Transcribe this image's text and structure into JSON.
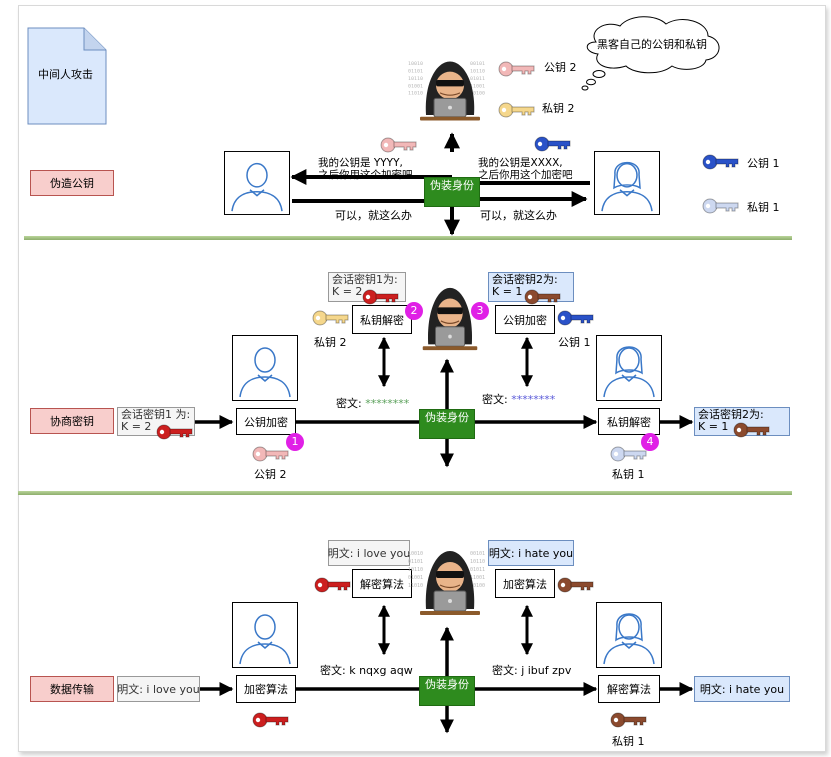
{
  "title": "中间人攻击",
  "colors": {
    "pink_key": "#f2b8b8",
    "yellow_key": "#f5d78c",
    "blue_key": "#2a52c8",
    "lightblue_key": "#cdd8f0",
    "red_key": "#cc1f1f",
    "brown_key": "#8b4a2e",
    "disguise_green": "#2e8b1e",
    "badge_magenta": "#e020e6",
    "separator_green": "#9bbf7a"
  },
  "section1": {
    "label": "伪造公钥",
    "thought": "黑客自己的公钥和私钥",
    "hacker_pub_label": "公钥 2",
    "hacker_priv_label": "私钥 2",
    "left_msg_line1": "我的公钥是 YYYY,",
    "left_msg_line2": "之后你用这个加密吧",
    "right_msg_line1": "我的公钥是XXXX,",
    "right_msg_line2": "之后你用这个加密吧",
    "left_reply": "可以，就这么办",
    "right_reply": "可以，就这么办",
    "disguise": "伪装身份",
    "legend_pub": "公钥 1",
    "legend_priv": "私钥 1"
  },
  "section2": {
    "label": "协商密钥",
    "left_session": "会话密钥1 为:\nK = 2",
    "left_encrypt": "公钥加密",
    "left_key_label": "公钥 2",
    "badge1": "1",
    "hacker_session1": "会话密钥1为:\nK = 2",
    "hacker_decrypt": "私钥解密",
    "hacker_priv_label": "私钥 2",
    "badge2": "2",
    "hacker_session2": "会话密钥2为:\nK = 1",
    "hacker_encrypt": "公钥加密",
    "hacker_pub_label": "公钥 1",
    "badge3": "3",
    "cipher_left_label": "密文:",
    "cipher_left_value": "********",
    "cipher_right_label": "密文:",
    "cipher_right_value": "********",
    "disguise": "伪装身份",
    "right_decrypt": "私钥解密",
    "right_key_label": "私钥 1",
    "badge4": "4",
    "right_session": "会话密钥2为:\nK = 1"
  },
  "section3": {
    "label": "数据传输",
    "left_plain": "明文: i love you",
    "left_algo": "加密算法",
    "hacker_plain1": "明文: i love you",
    "hacker_decrypt": "解密算法",
    "hacker_plain2": "明文: i hate you",
    "hacker_encrypt": "加密算法",
    "cipher_left": "密文:  k nqxg aqw",
    "cipher_right": "密文:  j ibuf zpv",
    "disguise": "伪装身份",
    "right_algo": "解密算法",
    "right_plain": "明文:  i hate you",
    "right_key_label": "私钥 1"
  }
}
